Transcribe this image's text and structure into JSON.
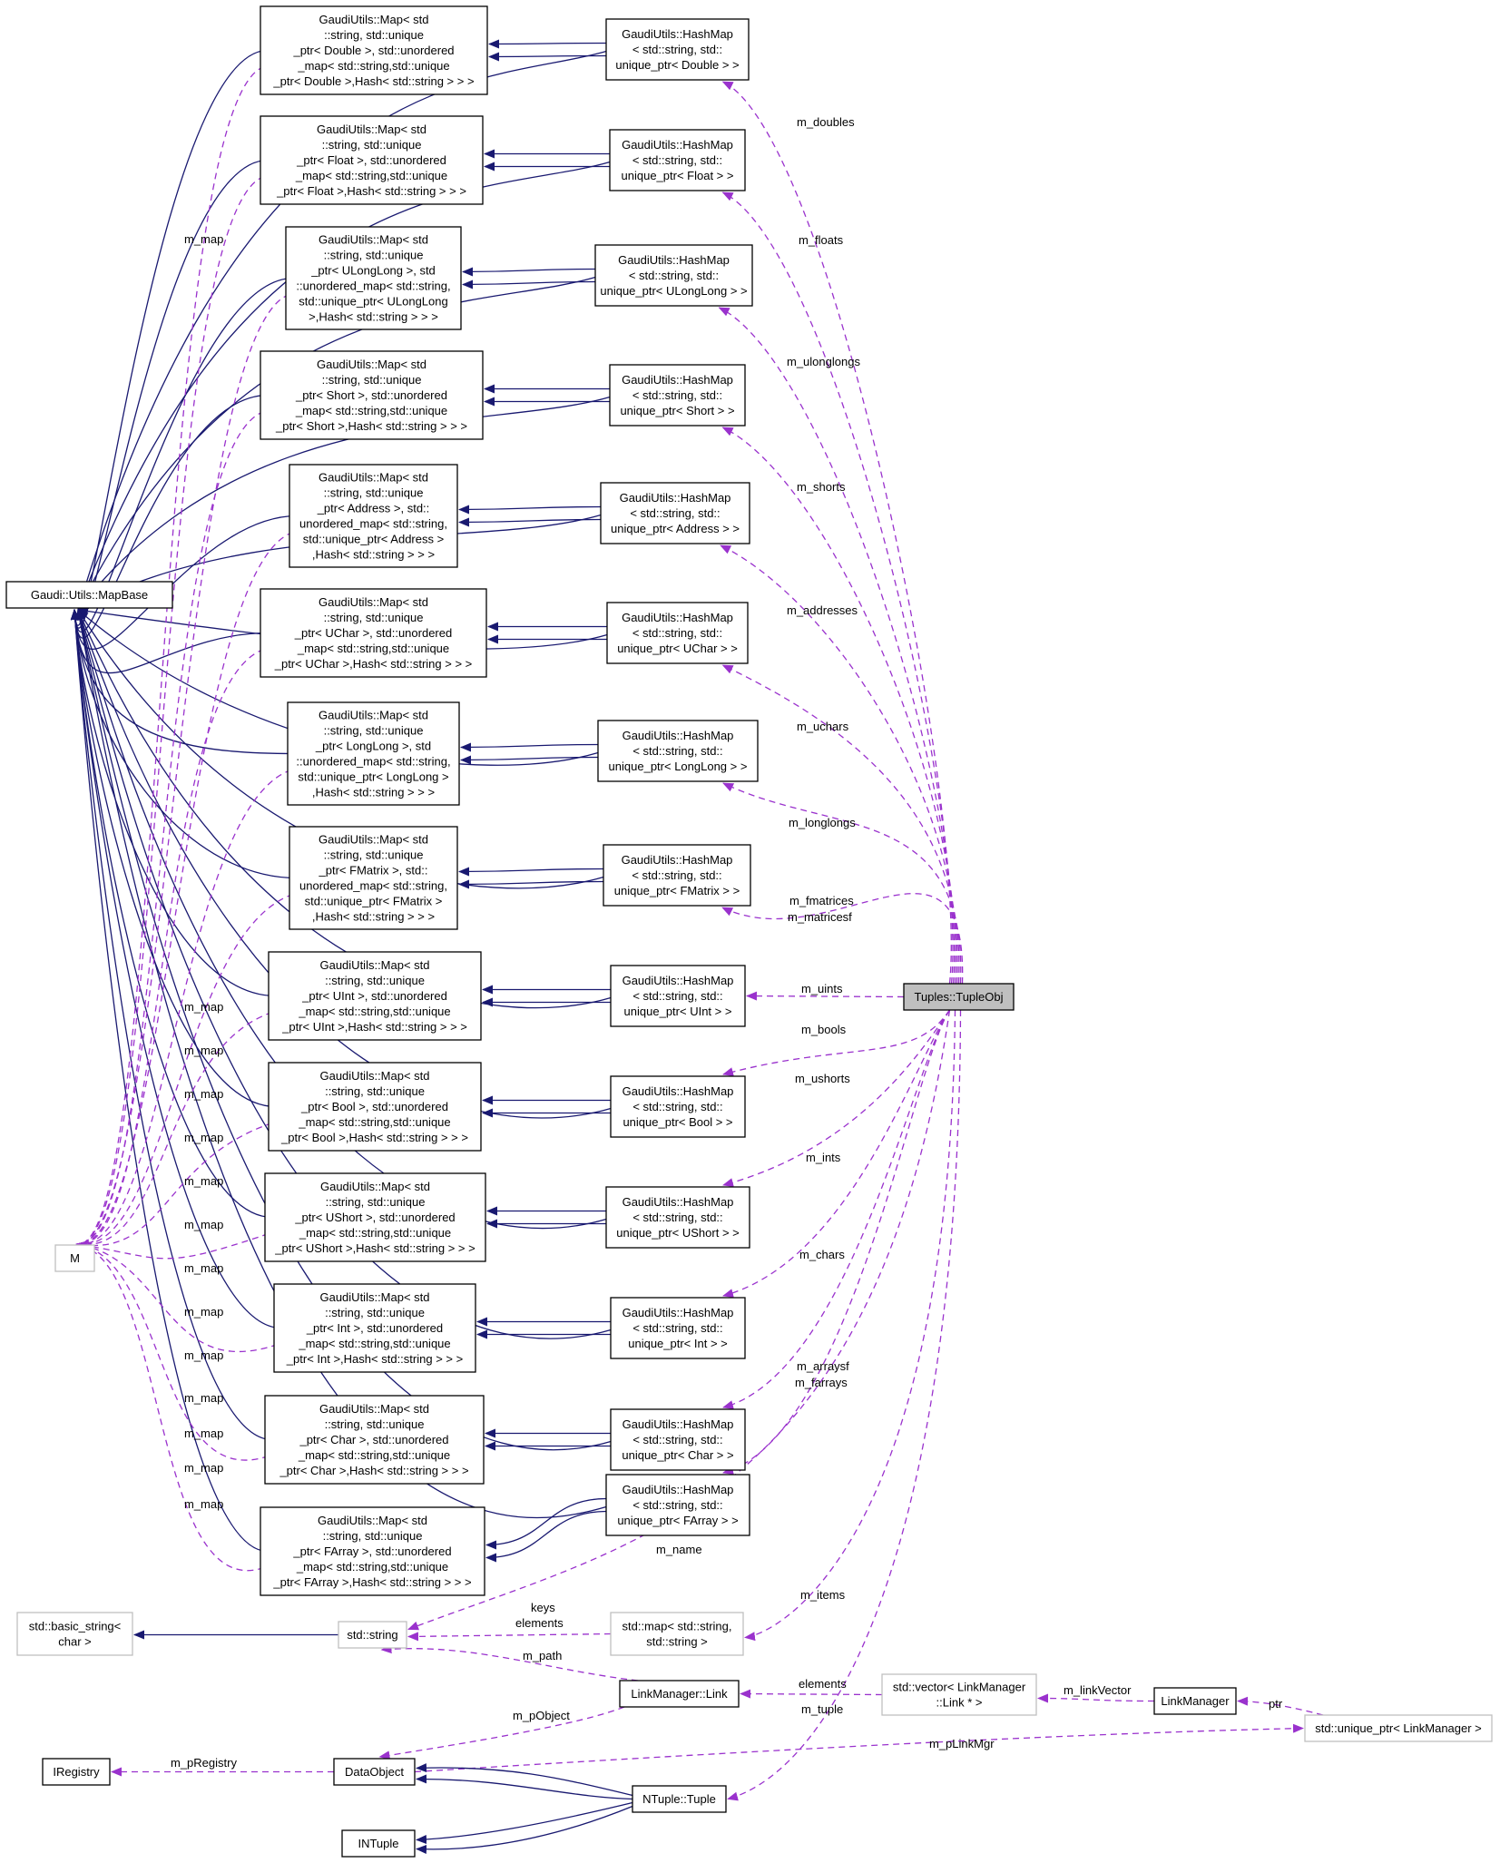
{
  "nodes": {
    "mapbase": [
      "Gaudi::Utils::MapBase"
    ],
    "m": [
      "M"
    ],
    "tupleobj": [
      "Tuples::TupleObj"
    ],
    "map_double": [
      "GaudiUtils::Map< std",
      "::string, std::unique",
      "_ptr< Double >, std::unordered",
      "_map< std::string,std::unique",
      "_ptr< Double >,Hash< std::string > > >"
    ],
    "hash_double": [
      "GaudiUtils::HashMap",
      "< std::string, std::",
      "unique_ptr< Double > >"
    ],
    "map_float": [
      "GaudiUtils::Map< std",
      "::string, std::unique",
      "_ptr< Float >, std::unordered",
      "_map< std::string,std::unique",
      "_ptr< Float >,Hash< std::string > > >"
    ],
    "hash_float": [
      "GaudiUtils::HashMap",
      "< std::string, std::",
      "unique_ptr< Float > >"
    ],
    "map_ulonglong": [
      "GaudiUtils::Map< std",
      "::string, std::unique",
      "_ptr< ULongLong >, std",
      "::unordered_map< std::string,",
      "std::unique_ptr< ULongLong",
      ">,Hash< std::string > > >"
    ],
    "hash_ulonglong": [
      "GaudiUtils::HashMap",
      "< std::string, std::",
      "unique_ptr< ULongLong > >"
    ],
    "map_short": [
      "GaudiUtils::Map< std",
      "::string, std::unique",
      "_ptr< Short >, std::unordered",
      "_map< std::string,std::unique",
      "_ptr< Short >,Hash< std::string > > >"
    ],
    "hash_short": [
      "GaudiUtils::HashMap",
      "< std::string, std::",
      "unique_ptr< Short > >"
    ],
    "map_address": [
      "GaudiUtils::Map< std",
      "::string, std::unique",
      "_ptr< Address >, std::",
      "unordered_map< std::string,",
      "std::unique_ptr< Address >",
      ",Hash< std::string > > >"
    ],
    "hash_address": [
      "GaudiUtils::HashMap",
      "< std::string, std::",
      "unique_ptr< Address > >"
    ],
    "map_uchar": [
      "GaudiUtils::Map< std",
      "::string, std::unique",
      "_ptr< UChar >, std::unordered",
      "_map< std::string,std::unique",
      "_ptr< UChar >,Hash< std::string > > >"
    ],
    "hash_uchar": [
      "GaudiUtils::HashMap",
      "< std::string, std::",
      "unique_ptr< UChar > >"
    ],
    "map_longlong": [
      "GaudiUtils::Map< std",
      "::string, std::unique",
      "_ptr< LongLong >, std",
      "::unordered_map< std::string,",
      "std::unique_ptr< LongLong >",
      ",Hash< std::string > > >"
    ],
    "hash_longlong": [
      "GaudiUtils::HashMap",
      "< std::string, std::",
      "unique_ptr< LongLong > >"
    ],
    "map_fmatrix": [
      "GaudiUtils::Map< std",
      "::string, std::unique",
      "_ptr< FMatrix >, std::",
      "unordered_map< std::string,",
      "std::unique_ptr< FMatrix >",
      ",Hash< std::string > > >"
    ],
    "hash_fmatrix": [
      "GaudiUtils::HashMap",
      "< std::string, std::",
      "unique_ptr< FMatrix > >"
    ],
    "map_uint": [
      "GaudiUtils::Map< std",
      "::string, std::unique",
      "_ptr< UInt >, std::unordered",
      "_map< std::string,std::unique",
      "_ptr< UInt >,Hash< std::string > > >"
    ],
    "hash_uint": [
      "GaudiUtils::HashMap",
      "< std::string, std::",
      "unique_ptr< UInt > >"
    ],
    "map_bool": [
      "GaudiUtils::Map< std",
      "::string, std::unique",
      "_ptr< Bool >, std::unordered",
      "_map< std::string,std::unique",
      "_ptr< Bool >,Hash< std::string > > >"
    ],
    "hash_bool": [
      "GaudiUtils::HashMap",
      "< std::string, std::",
      "unique_ptr< Bool > >"
    ],
    "map_ushort": [
      "GaudiUtils::Map< std",
      "::string, std::unique",
      "_ptr< UShort >, std::unordered",
      "_map< std::string,std::unique",
      "_ptr< UShort >,Hash< std::string > > >"
    ],
    "hash_ushort": [
      "GaudiUtils::HashMap",
      "< std::string, std::",
      "unique_ptr< UShort > >"
    ],
    "map_int": [
      "GaudiUtils::Map< std",
      "::string, std::unique",
      "_ptr< Int >, std::unordered",
      "_map< std::string,std::unique",
      "_ptr< Int >,Hash< std::string > > >"
    ],
    "hash_int": [
      "GaudiUtils::HashMap",
      "< std::string, std::",
      "unique_ptr< Int > >"
    ],
    "map_char": [
      "GaudiUtils::Map< std",
      "::string, std::unique",
      "_ptr< Char >, std::unordered",
      "_map< std::string,std::unique",
      "_ptr< Char >,Hash< std::string > > >"
    ],
    "hash_char": [
      "GaudiUtils::HashMap",
      "< std::string, std::",
      "unique_ptr< Char > >"
    ],
    "map_farray": [
      "GaudiUtils::Map< std",
      "::string, std::unique",
      "_ptr< FArray >, std::unordered",
      "_map< std::string,std::unique",
      "_ptr< FArray >,Hash< std::string > > >"
    ],
    "hash_farray": [
      "GaudiUtils::HashMap",
      "< std::string, std::",
      "unique_ptr< FArray > >"
    ],
    "basic_string": [
      "std::basic_string<",
      "char >"
    ],
    "std_string": [
      "std::string"
    ],
    "std_map": [
      "std::map< std::string,",
      "std::string >"
    ],
    "lm_link": [
      "LinkManager::Link"
    ],
    "vector_link": [
      "std::vector< LinkManager",
      "::Link * >"
    ],
    "linkmanager": [
      "LinkManager"
    ],
    "unique_lm": [
      "std::unique_ptr< LinkManager >"
    ],
    "iregistry": [
      "IRegistry"
    ],
    "dataobject": [
      "DataObject"
    ],
    "ntuple": [
      "NTuple::Tuple"
    ],
    "intuple": [
      "INTuple"
    ]
  },
  "edge_labels": {
    "m_map": "m_map",
    "m_doubles": "m_doubles",
    "m_floats": "m_floats",
    "m_ulonglongs": "m_ulonglongs",
    "m_shorts": "m_shorts",
    "m_addresses": "m_addresses",
    "m_uchars": "m_uchars",
    "m_longlongs": "m_longlongs",
    "m_fmatrices": "m_fmatrices",
    "m_matricesf": "m_matricesf",
    "m_uints": "m_uints",
    "m_bools": "m_bools",
    "m_ushorts": "m_ushorts",
    "m_ints": "m_ints",
    "m_chars": "m_chars",
    "m_arraysf": "m_arraysf",
    "m_farrays": "m_farrays",
    "m_name": "m_name",
    "m_items": "m_items",
    "keys": "keys",
    "elements": "elements",
    "m_path": "m_path",
    "m_pObject": "m_pObject",
    "m_linkVector": "m_linkVector",
    "ptr": "ptr",
    "m_tuple": "m_tuple",
    "m_pLinkMgr": "m_pLinkMgr",
    "m_pRegistry": "m_pRegistry"
  },
  "colors": {
    "inheritance": "#191970",
    "usage": "#9a32cd",
    "focus_fill": "#bfbfbf"
  }
}
